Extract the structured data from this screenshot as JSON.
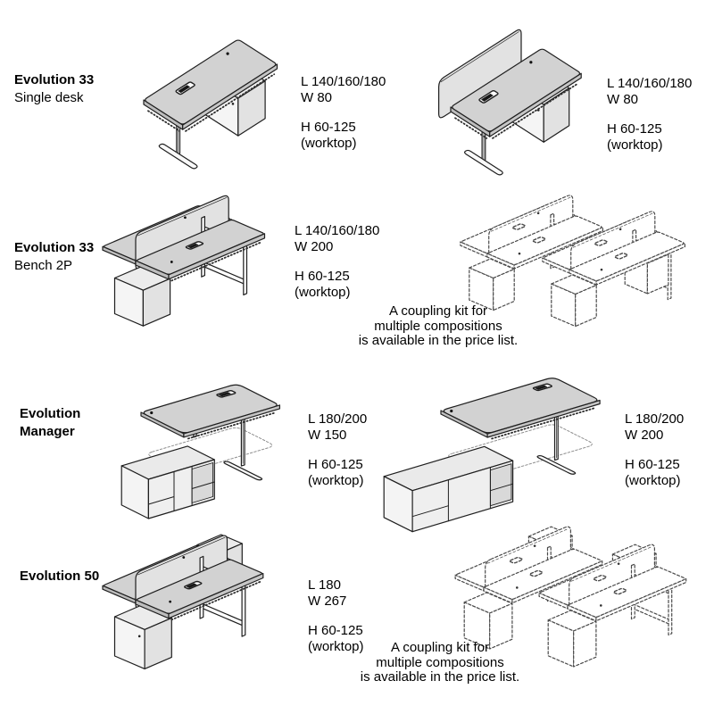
{
  "colors": {
    "line": "#1f1f1f",
    "dashed_line": "#4a4a4a",
    "surface": "#d2d2d2",
    "screen": "#e2e2e2"
  },
  "products": [
    {
      "title": "Evolution 33",
      "subtitle": "Single desk",
      "variants": [
        {
          "figure": "single-desk-with-pedestal",
          "length": "L 140/160/180",
          "width": "W 80",
          "height": "H 60-125",
          "height_note": "(worktop)"
        },
        {
          "figure": "single-desk-with-screen-and-pedestal",
          "length": "L 140/160/180",
          "width": "W 80",
          "height": "H 60-125",
          "height_note": "(worktop)"
        }
      ],
      "note": null
    },
    {
      "title": "Evolution 33",
      "subtitle": "Bench 2P",
      "variants": [
        {
          "figure": "bench-2p-with-screen",
          "length": "L 140/160/180",
          "width": "W 200",
          "height": "H 60-125",
          "height_note": "(worktop)"
        }
      ],
      "note": {
        "line1": "A coupling kit for",
        "line2": "multiple compositions",
        "line3": "is available in the price list."
      }
    },
    {
      "title": "Evolution",
      "subtitle": "Manager",
      "variants": [
        {
          "figure": "manager-desk-with-credenza",
          "length": "L 180/200",
          "width": "W 150",
          "height": "H 60-125",
          "height_note": "(worktop)"
        },
        {
          "figure": "manager-desk-with-long-credenza",
          "length": "L 180/200",
          "width": "W 200",
          "height": "H 60-125",
          "height_note": "(worktop)"
        }
      ],
      "note": null
    },
    {
      "title": "Evolution 50",
      "subtitle": "",
      "variants": [
        {
          "figure": "bench-with-screen-and-cube-pedestals",
          "length": "L 180",
          "width": "W 267",
          "height": "H 60-125",
          "height_note": "(worktop)"
        }
      ],
      "note": {
        "line1": "A coupling kit for",
        "line2": "multiple compositions",
        "line3": "is available in the price list."
      }
    }
  ]
}
